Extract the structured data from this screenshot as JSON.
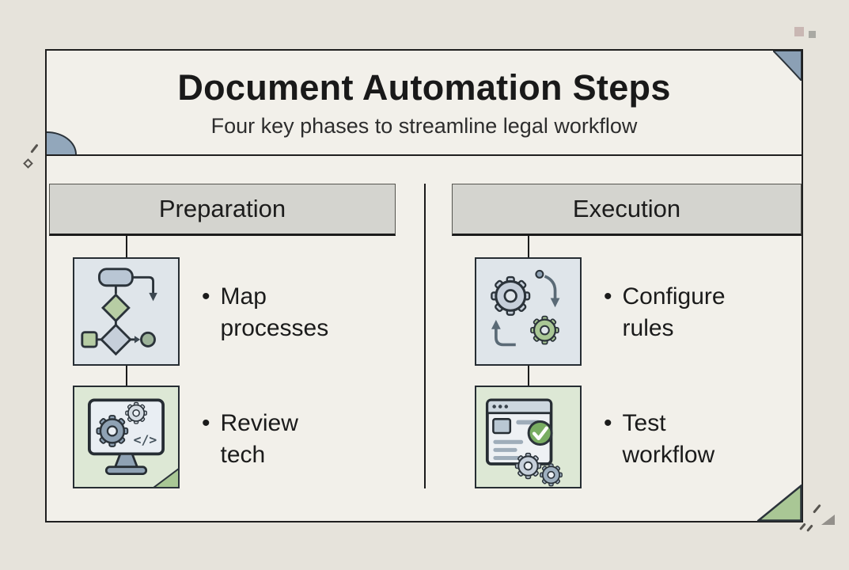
{
  "title_box": {
    "title": "Document Automation Steps",
    "subtitle": "Four key phases to streamline legal workflow"
  },
  "columns": [
    {
      "title": "Preparation",
      "items": [
        {
          "bullet": "•",
          "label": "Map processes",
          "icon": "flowchart-icon"
        },
        {
          "bullet": "•",
          "label": "Review tech",
          "icon": "monitor-gears-icon"
        }
      ]
    },
    {
      "title": "Execution",
      "items": [
        {
          "bullet": "•",
          "label": "Configure rules",
          "icon": "gears-arrows-icon"
        },
        {
          "bullet": "•",
          "label": "Test workflow",
          "icon": "browser-check-icon"
        }
      ]
    }
  ],
  "colors": {
    "background": "#e6e3db",
    "card": "#f2f0ea",
    "header_gray": "#d4d4cf",
    "icon_blue_bg": "#dfe5ea",
    "icon_green_bg": "#dde8d5",
    "accent_blue": "#92a7bb",
    "accent_green": "#a9c795",
    "border": "#1f1f1f"
  }
}
